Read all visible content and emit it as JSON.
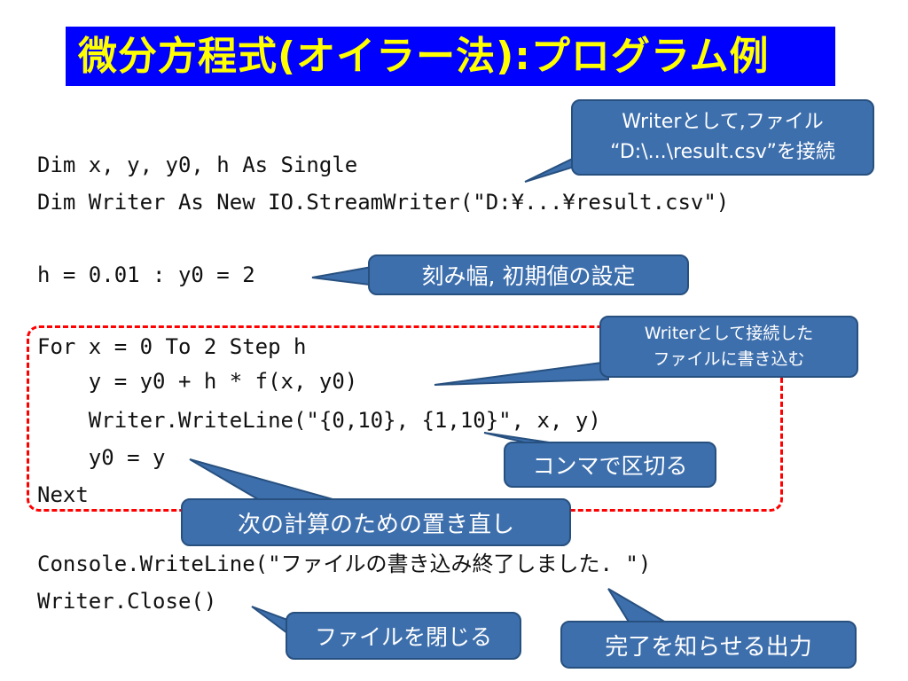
{
  "title": "微分方程式(オイラー法):プログラム例",
  "code_lines": {
    "line1": "Dim x, y, y0, h As Single",
    "line2": "Dim Writer As New IO.StreamWriter(\"D:¥...¥result.csv\")",
    "line3": "h = 0.01 : y0 = 2",
    "line4": "For x = 0 To 2 Step h",
    "line5": "    y = y0 + h * f(x, y0)",
    "line6": "    Writer.WriteLine(\"{0,10}, {1,10}\", x, y)",
    "line7": "    y0 = y",
    "line8": "Next",
    "line9": "Console.WriteLine(\"ファイルの書き込み終了しました. \")",
    "line10": "Writer.Close()"
  },
  "callouts": {
    "connect_line1": "Writerとして,ファイル",
    "connect_line2": "“D:\\...\\result.csv”を接続",
    "step_init": "刻み幅, 初期値の設定",
    "write_line1": "Writerとして接続した",
    "write_line2": "ファイルに書き込む",
    "comma": "コンマで区切る",
    "reset": "次の計算のための置き直し",
    "close_file": "ファイルを閉じる",
    "done_output": "完了を知らせる出力"
  },
  "colors": {
    "title_bg": "#0000ff",
    "title_text": "#ffff00",
    "callout_fill": "#3d6fad",
    "dashed_border": "#ff0000"
  }
}
